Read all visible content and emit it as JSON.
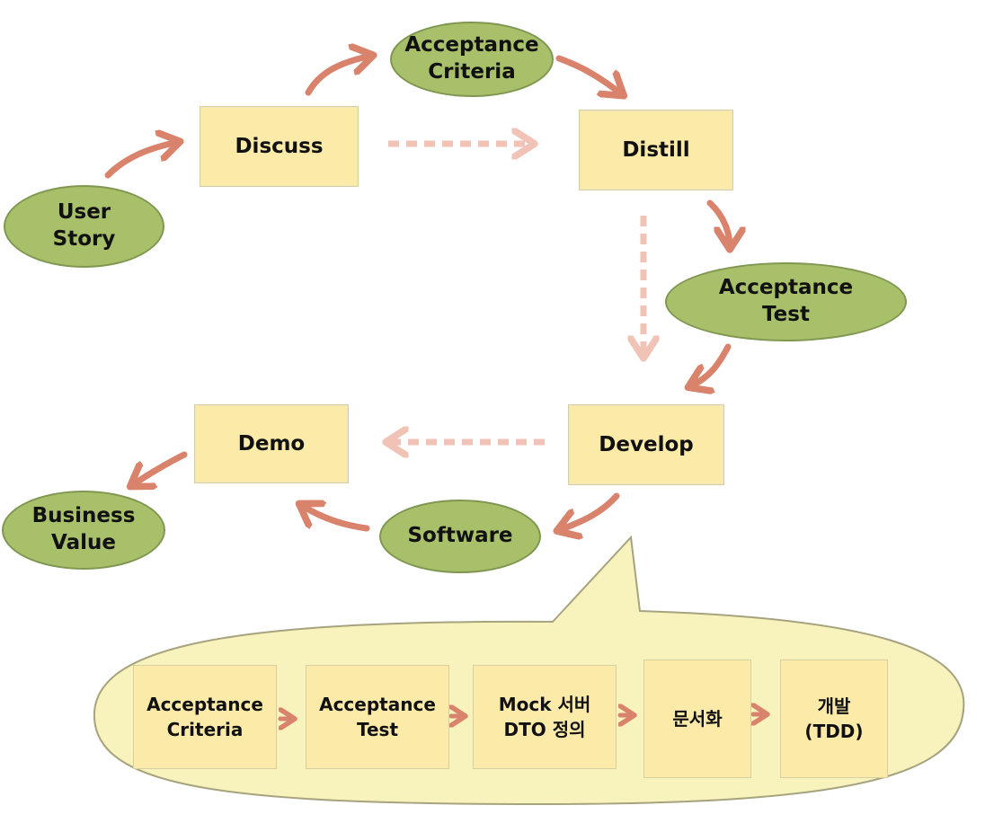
{
  "nodes": {
    "user_story": "User\nStory",
    "discuss": "Discuss",
    "acceptance_criteria": "Acceptance\nCriteria",
    "distill": "Distill",
    "acceptance_test": "Acceptance\nTest",
    "develop": "Develop",
    "demo": "Demo",
    "software": "Software",
    "business_value": "Business\nValue"
  },
  "develop_steps": [
    {
      "label": "Acceptance\nCriteria"
    },
    {
      "label": "Acceptance\nTest"
    },
    {
      "label": "Mock 서버\nDTO 정의"
    },
    {
      "label": "문서화"
    },
    {
      "label": "개발\n(TDD)"
    }
  ],
  "colors": {
    "box_fill": "#fbeaa8",
    "oval_fill": "#a9c06a",
    "arrow": "#d9826c",
    "dashed_arrow": "#f1c3b6",
    "bubble_fill": "#f8f2bc"
  }
}
